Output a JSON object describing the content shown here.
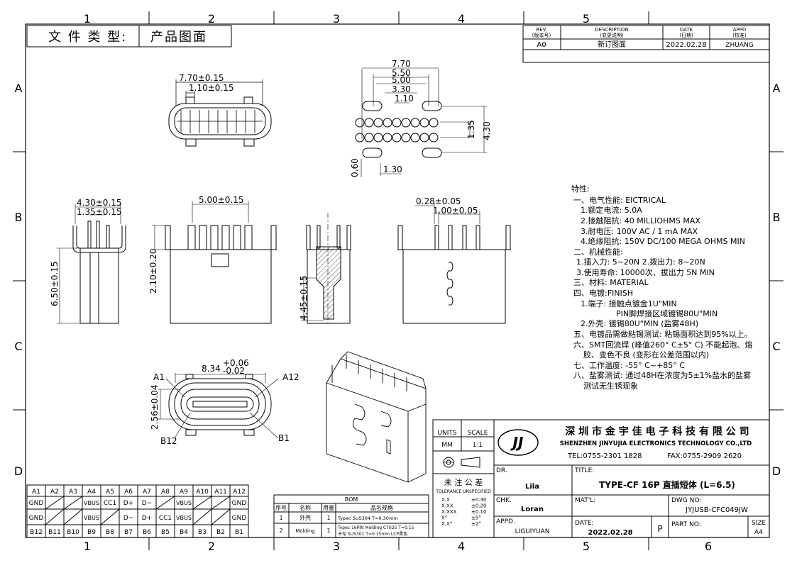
{
  "border": {
    "cols": [
      "1",
      "2",
      "3",
      "4",
      "5",
      "6"
    ],
    "rows": [
      "A",
      "B",
      "C",
      "D"
    ]
  },
  "doc_type": {
    "label": "文 件 类 型:",
    "value": "产品图面"
  },
  "revision": {
    "headers": [
      {
        "en": "REV.",
        "cn": "(版本号)"
      },
      {
        "en": "DESCRIPTION",
        "cn": "(变更说明)"
      },
      {
        "en": "DATE",
        "cn": "(日期)"
      },
      {
        "en": "APPD",
        "cn": "(核准)"
      }
    ],
    "row": {
      "rev": "A0",
      "desc": "新订图面",
      "date": "2022.02.28",
      "appd": "ZHUANG"
    }
  },
  "dims": {
    "top_width": "7.70±0.15",
    "top_inner": "1.10±0.15",
    "fp_770": "7.70",
    "fp_550": "5.50",
    "fp_500": "5.00",
    "fp_330": "3.30",
    "fp_110": "1.10",
    "fp_135": "1.35",
    "fp_430": "4.30",
    "fp_060": "0.60",
    "fp_130": "1.30",
    "side_430": "4.30±0.15",
    "side_135": "1.35±0.15",
    "side_650": "6.50±0.15",
    "front_500": "5.00±0.15",
    "front_210": "2.10±0.20",
    "sec_445": "4.45±0.15",
    "rt_028": "0.28±0.05",
    "rt_100": "1.00±0.05",
    "mate_834": "8.34",
    "tol_up": "+0.06",
    "tol_dn": "-0.02",
    "mate_256": "2.56±0.04",
    "A1": "A1",
    "A12": "A12",
    "B1": "B1",
    "B12": "B12"
  },
  "specs": [
    "特性:",
    "一、电气性能: EICTRICAL",
    "1.额定电流: 5.0A",
    "2.接触阻抗: 40 MILLIOHMS MAX",
    "3.耐电压: 100V AC / 1 mA MAX",
    "4.绝缘阻抗: 150V DC/100 MEGA OHMS MIN",
    "二、机械性能:",
    "1.插入力: 5~20N  2.拨出力: 8~20N",
    "3.使用寿命: 10000次、拔出力 5N MIN",
    "三、材料: MATERIAL",
    "四、电镀:FINISH",
    "1.端子: 接触点镀金1U\"MIN",
    "PIN脚焊接区域镀锡80U\"MIN",
    "2.外壳: 镀锡80U\"MIN (盐雾48H)",
    "五、电镀品需做粘锡测试: 粘锡面积达到95%以上。",
    "六、SMT回流焊 (峰值260° C±5° C) 不能起泡、熔",
    "胶、变色不良 (变形在公差范围以内)",
    "七、工作温度: -55° C~+85° C",
    "八、盐雾测试: 通过48H在浓度为5±1%盐水的盐雾",
    "测试无生锈现象"
  ],
  "pinout": {
    "top": [
      "A1",
      "A2",
      "A3",
      "A4",
      "A5",
      "A6",
      "A7",
      "A8",
      "A9",
      "A10",
      "A11",
      "A12"
    ],
    "sig_a": [
      "GND",
      "",
      "",
      "VBUS",
      "CC1",
      "D+",
      "D−",
      "",
      "VBUS",
      "",
      "",
      "GND"
    ],
    "sig_b": [
      "GND",
      "",
      "",
      "VBUS",
      "",
      "D−",
      "D+",
      "CC1",
      "VBUS",
      "",
      "",
      "GND"
    ],
    "bottom": [
      "B12",
      "B11",
      "B10",
      "B9",
      "B8",
      "B7",
      "B6",
      "B5",
      "B4",
      "B3",
      "B2",
      "B1"
    ]
  },
  "bom": {
    "title": "BOM",
    "headers": [
      "序号",
      "名称",
      "用量",
      "品名规格"
    ],
    "rows": [
      [
        "1",
        "外壳",
        "1",
        "Typec  SUS304 T=0.30mm"
      ],
      [
        "2",
        "Molding",
        "1",
        "Typec 16PIN Molding C7025 T=0.15",
        "卡勾 SUS301 T=0.15mm  LCP黑色"
      ]
    ]
  },
  "title_block": {
    "units_label": "UNITS",
    "units": "MM",
    "scale_label": "SCALE",
    "scale": "1:1",
    "logo": "JJ",
    "company_cn": "深 圳 市 金 宇 佳 电 子 科 技 有 限 公 司",
    "company_en": "SHENZHEN JINYUJIA ELECTRONICS TECHNOLOGY CO.,LTD",
    "tel": "TEL:0755-2301 1828",
    "fax": "FAX:0755-2909 2620",
    "tol_cn": "未 注 公 差",
    "tol_en": "TOLERANCE UNSPECIFIED",
    "tol_rows": [
      [
        "X.X",
        "±0.30"
      ],
      [
        "X.XX",
        "±0.20"
      ],
      [
        "X.XXX",
        "±0.10"
      ],
      [
        "X°",
        "±5°"
      ],
      [
        "X.X°",
        "±2°"
      ]
    ],
    "dr_label": "DR.",
    "dr": "Lila",
    "chk_label": "CHK.",
    "chk": "Loran",
    "appd_label": "APPD.",
    "appd": "LIGUIYUAN",
    "title_label": "TITLE:",
    "title": "TYPE-CF 16P 直插短体 (L=6.5)",
    "mat_label": "MAT'L:",
    "dwg_label": "DWG NO:",
    "dwg": "JYJUSB-CFC049JW",
    "date_label": "DATE:",
    "date": "2022.02.28",
    "p": "P",
    "part_label": "PART NO:",
    "size_label": "SIZE",
    "size": "A4"
  }
}
